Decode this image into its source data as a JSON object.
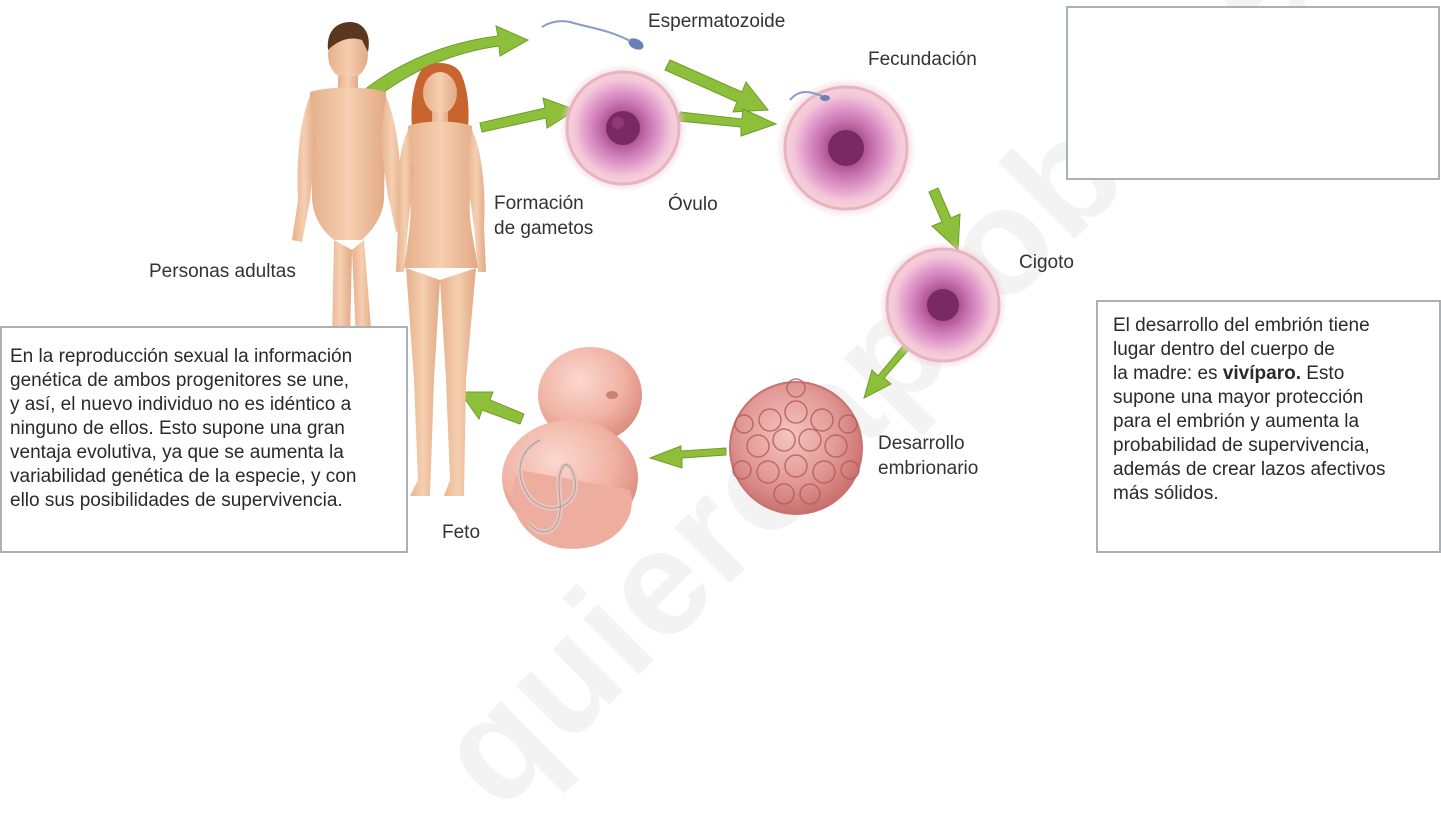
{
  "labels": {
    "espermatozoide": "Espermatozoide",
    "fecundacion": "Fecundación",
    "formacion_line1": "Formación",
    "formacion_line2": "de gametos",
    "ovulo": "Óvulo",
    "cigoto": "Cigoto",
    "personas_adultas": "Personas adultas",
    "desarrollo_line1": "Desarrollo",
    "desarrollo_line2": "embrionario",
    "feto": "Feto"
  },
  "left_box": {
    "lines": [
      "En la reproducción sexual la información",
      "genética de ambos progenitores se une,",
      "y así, el nuevo individuo no es idéntico a",
      "ninguno de ellos. Esto supone una gran",
      "ventaja evolutiva, ya que se aumenta la",
      "variabilidad genética de la especie, y con",
      "ello sus posibilidades de supervivencia."
    ]
  },
  "right_box": {
    "line1": "El desarrollo del embrión tiene",
    "line2": "lugar dentro del cuerpo de",
    "line3_pre": "la madre: es ",
    "line3_bold": "vivíparo.",
    "line3_post": " Esto",
    "line4": "supone una mayor protección",
    "line5": "para el embrión y aumenta la",
    "line6": "probabilidad de supervivencia,",
    "line7": "además de crear lazos afectivos",
    "line8": "más sólidos."
  },
  "watermark": "quieroaprobar.es",
  "colors": {
    "arrow": "#8dbf3b",
    "cell_outer": "#e2a8b8",
    "cell_inner": "#b0548f",
    "nucleus": "#7a2a62",
    "skin": "#efc3a1",
    "hair_male": "#5a3820",
    "hair_female": "#c8642e",
    "box_border": "#a9b0b6"
  }
}
